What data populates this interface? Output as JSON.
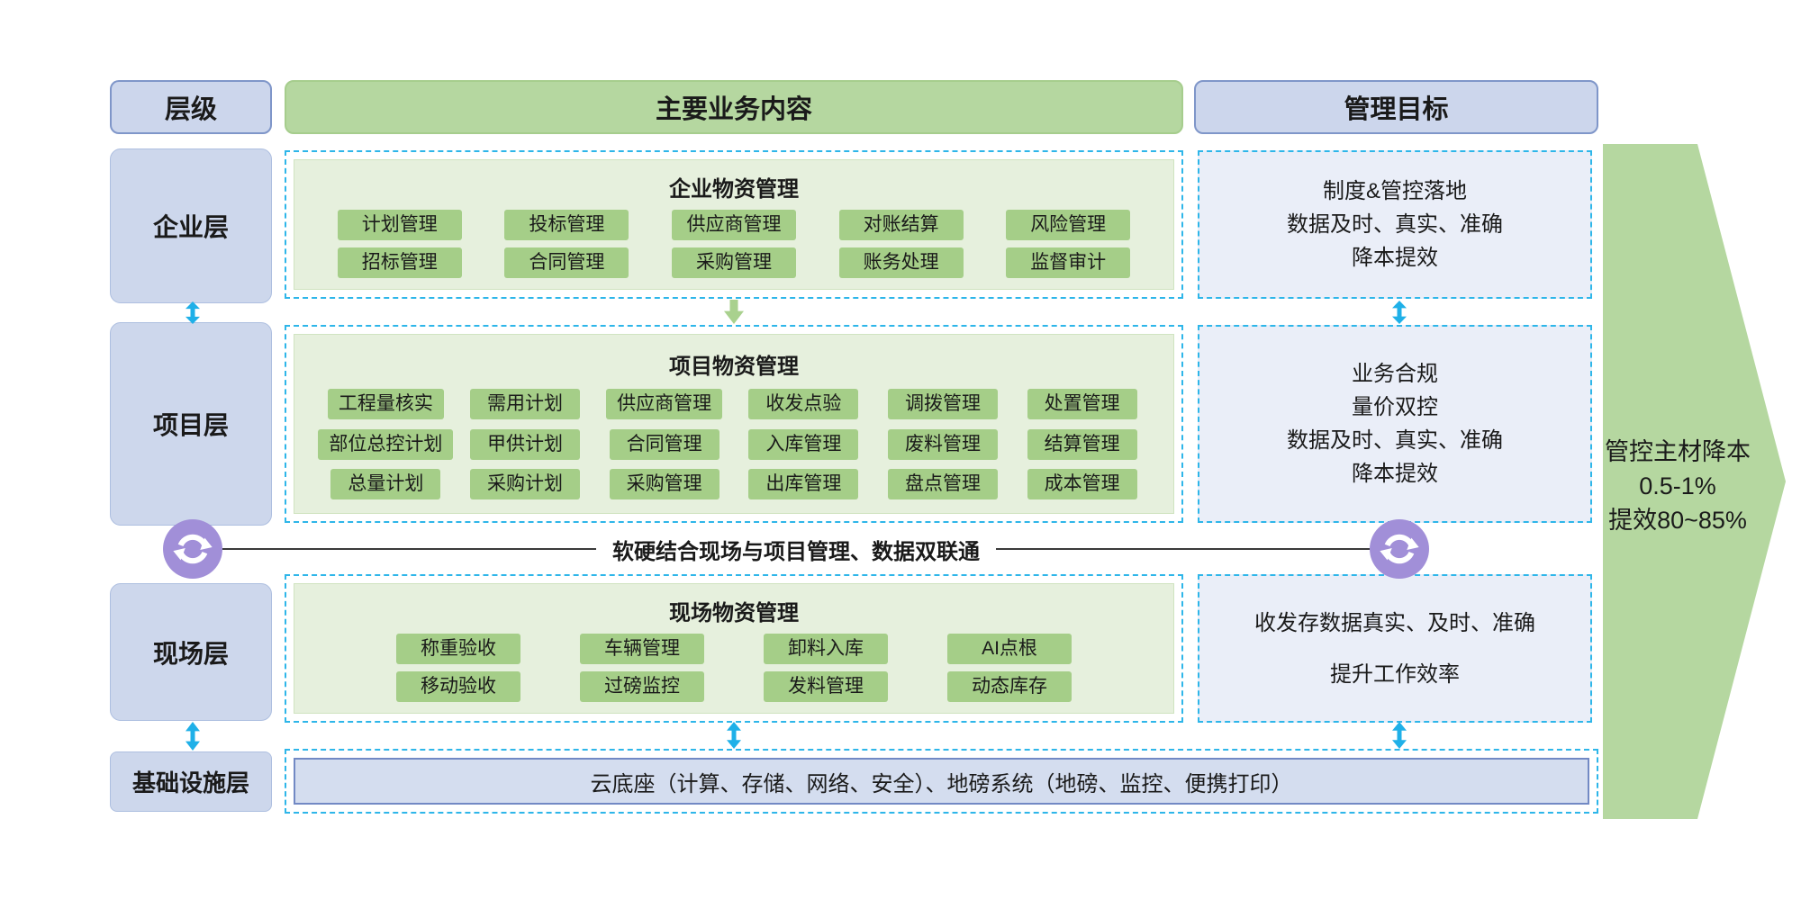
{
  "headers": {
    "level": "层级",
    "business": "主要业务内容",
    "goal": "管理目标"
  },
  "layers": {
    "enterprise": "企业层",
    "project": "项目层",
    "site": "现场层",
    "infrastructure": "基础设施层"
  },
  "sections": {
    "enterprise": {
      "title": "企业物资管理",
      "rows": [
        [
          "计划管理",
          "投标管理",
          "供应商管理",
          "对账结算",
          "风险管理"
        ],
        [
          "招标管理",
          "合同管理",
          "采购管理",
          "账务处理",
          "监督审计"
        ]
      ]
    },
    "project": {
      "title": "项目物资管理",
      "rows": [
        [
          "工程量核实",
          "需用计划",
          "供应商管理",
          "收发点验",
          "调拨管理",
          "处置管理"
        ],
        [
          "部位总控计划",
          "甲供计划",
          "合同管理",
          "入库管理",
          "废料管理",
          "结算管理"
        ],
        [
          "总量计划",
          "采购计划",
          "采购管理",
          "出库管理",
          "盘点管理",
          "成本管理"
        ]
      ]
    },
    "site": {
      "title": "现场物资管理",
      "rows": [
        [
          "称重验收",
          "车辆管理",
          "卸料入库",
          "AI点根"
        ],
        [
          "移动验收",
          "过磅监控",
          "发料管理",
          "动态库存"
        ]
      ]
    }
  },
  "connector": {
    "text": "软硬结合现场与项目管理、数据双联通"
  },
  "infrastructure": {
    "text": "云底座（计算、存储、网络、安全）、地磅系统（地磅、监控、便携打印）"
  },
  "goals": [
    {
      "lines": [
        "制度&管控落地",
        "数据及时、真实、准确",
        "降本提效"
      ]
    },
    {
      "lines": [
        "业务合规",
        "量价双控",
        "数据及时、真实、准确",
        "降本提效"
      ]
    },
    {
      "lines": [
        "收发存数据真实、及时、准确",
        "提升工作效率"
      ]
    }
  ],
  "result_arrow": {
    "lines": [
      "管控主材降本",
      "0.5-1%",
      "提效80~85%"
    ]
  },
  "colors": {
    "accent_cyan": "#2eb6e9",
    "header_green": "#b5d7a0",
    "panel_green": "#e6f0dd",
    "chip_green": "#a5ce88",
    "lavender": "#cdd7ec",
    "goal_fill": "#eaeef8",
    "purple": "#a18fd8"
  }
}
